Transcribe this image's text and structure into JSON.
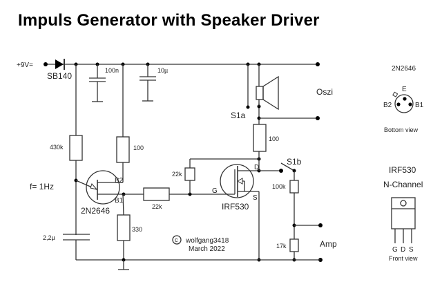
{
  "title": "Impuls Generator with Speaker Driver",
  "supply": {
    "label": "+9V=",
    "diode": "SB140"
  },
  "capacitors": {
    "c1": "100n",
    "c2": "10µ",
    "c3": "2,2µ"
  },
  "resistors": {
    "r430k": "430k",
    "r100a": "100",
    "r330": "330",
    "r22k_a": "22k",
    "r22k_b": "22k",
    "r100b": "100",
    "r100k": "100k",
    "r17k": "17k"
  },
  "ujt": {
    "name": "2N2646",
    "pin_b2": "B2",
    "pin_b1": "B1",
    "frequency": "f= 1Hz"
  },
  "mosfet": {
    "name": "IRF530",
    "pin_d": "D",
    "pin_g": "G",
    "pin_s": "S"
  },
  "switches": {
    "s1a": "S1a",
    "s1b": "S1b"
  },
  "outputs": {
    "oszi": "Oszi",
    "amp": "Amp"
  },
  "copyright": {
    "symbol": "c",
    "author": "wolfgang3418",
    "date": "March 2022"
  },
  "pinout_ujt": {
    "title": "2N2646",
    "e": "E",
    "b1": "B1",
    "b2": "B2",
    "view": "Bottom view"
  },
  "pinout_mosfet": {
    "title": "IRF530",
    "subtitle": "N-Channel",
    "g": "G",
    "d": "D",
    "s": "S",
    "view": "Front view"
  }
}
